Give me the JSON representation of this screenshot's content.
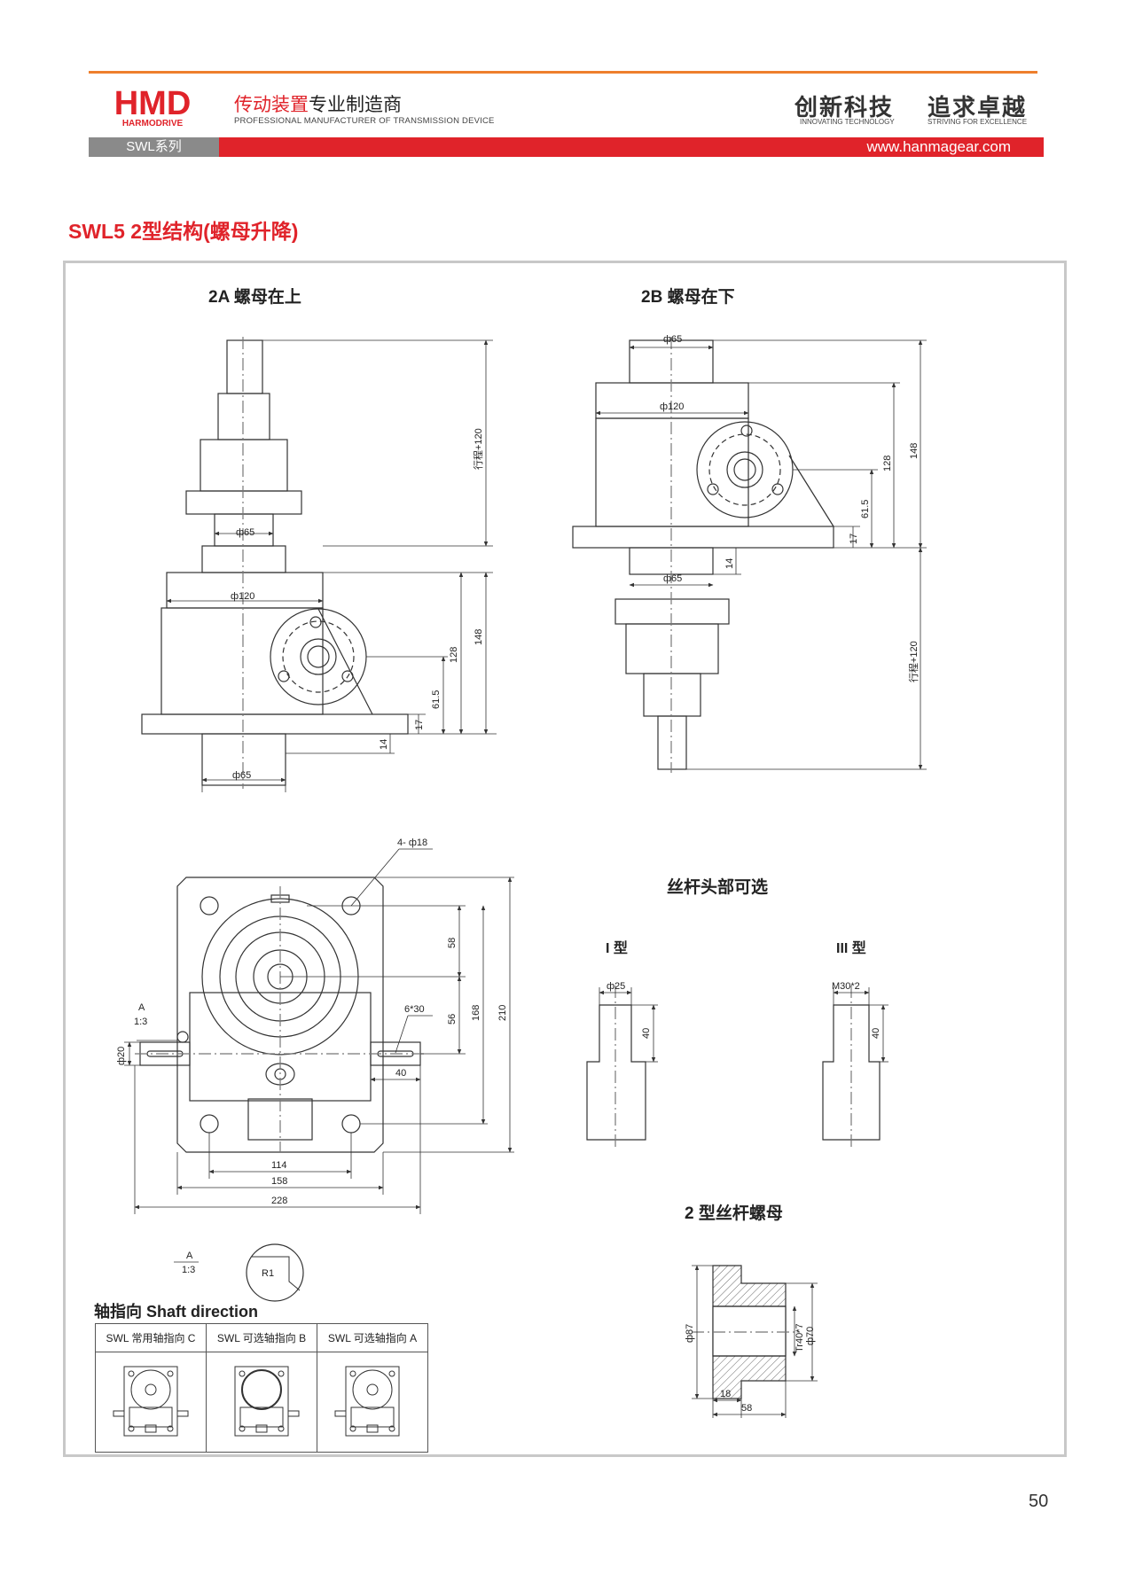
{
  "header": {
    "logo_text": "HMD",
    "logo_subtext": "HARMODRIVE",
    "tagline_cn_highlight": "传动装置",
    "tagline_cn_rest": "专业制造商",
    "tagline_en": "PROFESSIONAL MANUFACTURER OF TRANSMISSION DEVICE",
    "slogan_1_cn": "创新科技",
    "slogan_1_en": "INNOVATING TECHNOLOGY",
    "slogan_2_cn": "追求卓越",
    "slogan_2_en": "STRIVING FOR EXCELLENCE",
    "series": "SWL系列",
    "website": "www.hanmagear.com"
  },
  "title": "SWL5  2型结构(螺母升降)",
  "sections": {
    "type_2a": "2A 螺母在上",
    "type_2b": "2B 螺母在下",
    "screw_head": "丝杆头部可选",
    "type_i": "I 型",
    "type_iii": "III 型",
    "screw_nut": "2 型丝杆螺母",
    "shaft_direction": "轴指向  Shaft direction"
  },
  "dims_2a": {
    "d65_top": "ф65",
    "d120": "ф120",
    "d65_bottom": "ф65",
    "stroke": "行程+120",
    "h148": "148",
    "h128": "128",
    "h61_5": "61.5",
    "h17": "17",
    "h14": "14"
  },
  "dims_2b": {
    "d65_top": "ф65",
    "d120": "ф120",
    "d65_bottom": "ф65",
    "h148": "148",
    "h128": "128",
    "h61_5": "61.5",
    "h17": "17",
    "h14": "14",
    "stroke": "行程+120"
  },
  "dims_top_view": {
    "holes": "4- ф18",
    "h58": "58",
    "h56": "56",
    "h168": "168",
    "h210": "210",
    "key": "6*30",
    "len40": "40",
    "shaft_d20": "ф20",
    "detail_ref": "A",
    "detail_scale": "1:3",
    "w114": "114",
    "w158": "158",
    "w228": "228"
  },
  "dims_screw_head": {
    "d25": "ф25",
    "len40_i": "40",
    "m30": "M30*2",
    "len40_iii": "40"
  },
  "detail_a": {
    "ref": "A",
    "scale": "1:3",
    "radius": "R1"
  },
  "dims_nut": {
    "d87": "ф87",
    "thread": "Tr40*7",
    "d70": "ф70",
    "len18": "18",
    "len58": "58"
  },
  "shaft_table": {
    "col1": "SWL 常用轴指向 C",
    "col2": "SWL 可选轴指向 B",
    "col3": "SWL 可选轴指向 A"
  },
  "page_number": "50",
  "colors": {
    "brand_red": "#e0232a",
    "accent_orange": "#ee7f2d",
    "series_gray": "#8a8a8a"
  }
}
